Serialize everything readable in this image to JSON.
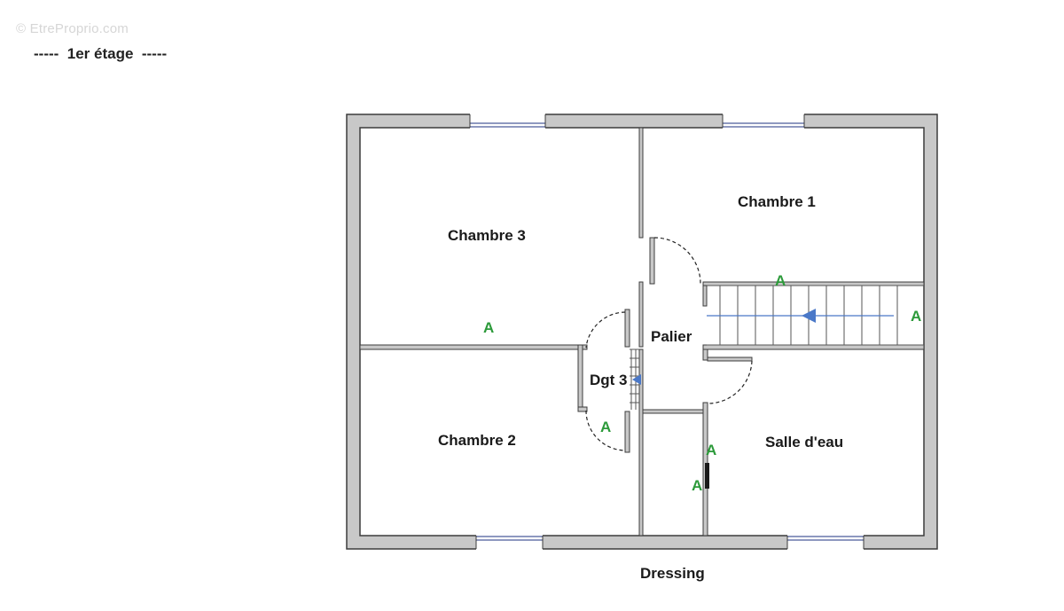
{
  "watermark": "© EtreProprio.com",
  "floor_title": "-----  1er étage  -----",
  "rooms": {
    "chambre_3": "Chambre 3",
    "chambre_1": "Chambre 1",
    "chambre_2": "Chambre 2",
    "palier": "Palier",
    "dgt": "Dgt 3",
    "salle_deau": "Salle d'eau",
    "dressing": "Dressing"
  },
  "marker_label": "A",
  "colors": {
    "wall_fill": "#c8c8c8",
    "wall_stroke": "#3c3c3c",
    "window": "#4a5a9a",
    "marker": "#2c9a3a",
    "arrow": "#4a78c8"
  }
}
